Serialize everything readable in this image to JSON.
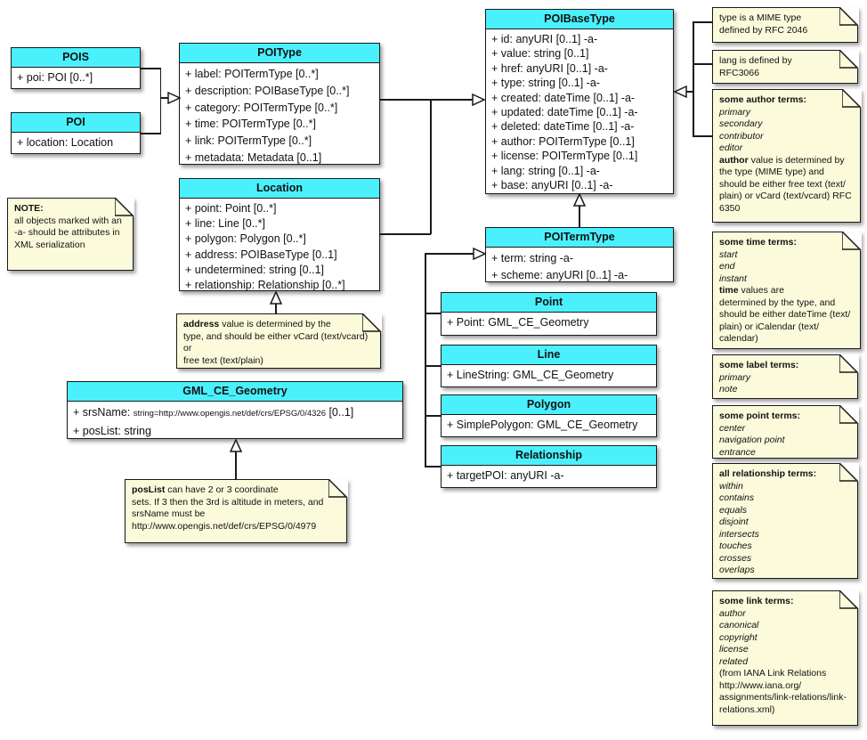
{
  "colors": {
    "class_header_bg": "#4af1fd",
    "note_bg": "#fbfbdc"
  },
  "classes": {
    "pois": {
      "title": "POIS",
      "attrs": [
        "+ poi: POI [0..*]"
      ]
    },
    "poi": {
      "title": "POI",
      "attrs": [
        "+ location: Location"
      ]
    },
    "poitype": {
      "title": "POIType",
      "attrs": [
        "+ label: POITermType [0..*]",
        "+ description: POIBaseType [0..*]",
        "+ category: POITermType [0..*]",
        "+ time: POITermType [0..*]",
        "+ link: POITermType [0..*]",
        "+ metadata: Metadata [0..1]"
      ]
    },
    "location": {
      "title": "Location",
      "attrs": [
        "+ point: Point [0..*]",
        "+ line: Line [0..*]",
        "+ polygon: Polygon [0..*]",
        "+ address: POIBaseType [0..1]",
        "+ undetermined: string [0..1]",
        "+ relationship: Relationship [0..*]"
      ]
    },
    "poibasetype": {
      "title": "POIBaseType",
      "attrs": [
        "+ id: anyURI [0..1] -a-",
        "+ value: string [0..1]",
        "+ href: anyURI [0..1] -a-",
        "+ type: string [0..1] -a-",
        "+ created: dateTime [0..1] -a-",
        "+ updated: dateTime [0..1] -a-",
        "+ deleted: dateTime [0..1] -a-",
        "+ author: POITermType [0..1]",
        "+ license: POITermType [0..1]",
        "+ lang: string [0..1] -a-",
        "+ base: anyURI [0..1] -a-"
      ]
    },
    "poitermtype": {
      "title": "POITermType",
      "attrs": [
        "+ term: string -a-",
        "+ scheme: anyURI [0..1] -a-"
      ]
    },
    "point": {
      "title": "Point",
      "attrs": [
        "+ Point: GML_CE_Geometry"
      ]
    },
    "line": {
      "title": "Line",
      "attrs": [
        "+ LineString: GML_CE_Geometry"
      ]
    },
    "polygon": {
      "title": "Polygon",
      "attrs": [
        "+ SimplePolygon: GML_CE_Geometry"
      ]
    },
    "relationship": {
      "title": "Relationship",
      "attrs": [
        "+ targetPOI: anyURI -a-"
      ]
    },
    "gml": {
      "title": "GML_CE_Geometry",
      "srs_prefix": "+ srsName: ",
      "srs_url": "string=http://www.opengis.net/def/crs/EPSG/0/4326",
      "srs_mult": " [0..1]",
      "attrs": [
        "+ posList: string"
      ]
    }
  },
  "notes": {
    "xml": {
      "title": "NOTE:",
      "body": "all objects marked with an\n-a- should be attributes in\nXML serialization"
    },
    "address": {
      "lead": "address",
      "rest": " value is determined by the\ntype, and should be either vCard (text/vcard) or\nfree text (text/plain)"
    },
    "poslist": {
      "lead": "posList",
      "rest": " can have 2 or 3 coordinate\nsets. If 3 then the 3rd is altitude in meters, and\nsrsName must be\nhttp://www.opengis.net/def/crs/EPSG/0/4979"
    },
    "type": {
      "body": "type is a MIME type\ndefined by RFC 2046"
    },
    "lang": {
      "body": "lang is defined by\nRFC3066"
    },
    "author": {
      "title": "some author terms:",
      "terms": [
        "primary",
        "secondary",
        "contributor",
        "editor"
      ],
      "lead": "author",
      "rest": " value is determined by\nthe type (MIME type) and\nshould be either free text (text/\nplain) or vCard (text/vcard) RFC\n6350"
    },
    "time": {
      "title": "some time terms:",
      "terms": [
        "start",
        "end",
        "instant"
      ],
      "lead": "time",
      "rest": " values are\ndetermined by the type, and\nshould be either dateTime (text/\nplain) or iCalendar (text/\ncalendar)"
    },
    "label": {
      "title": "some label terms:",
      "terms": [
        "primary",
        "note"
      ]
    },
    "point": {
      "title": "some point terms:",
      "terms": [
        "center",
        "navigation point",
        "entrance"
      ]
    },
    "relationship": {
      "title": "all relationship terms:",
      "terms": [
        "within",
        "contains",
        "equals",
        "disjoint",
        "intersects",
        "touches",
        "crosses",
        "overlaps"
      ]
    },
    "link": {
      "title": "some link terms:",
      "terms": [
        "author",
        "canonical",
        "copyright",
        "license",
        "related"
      ],
      "body": "(from IANA Link Relations\nhttp://www.iana.org/\nassignments/link-relations/link-\nrelations.xml)"
    }
  }
}
